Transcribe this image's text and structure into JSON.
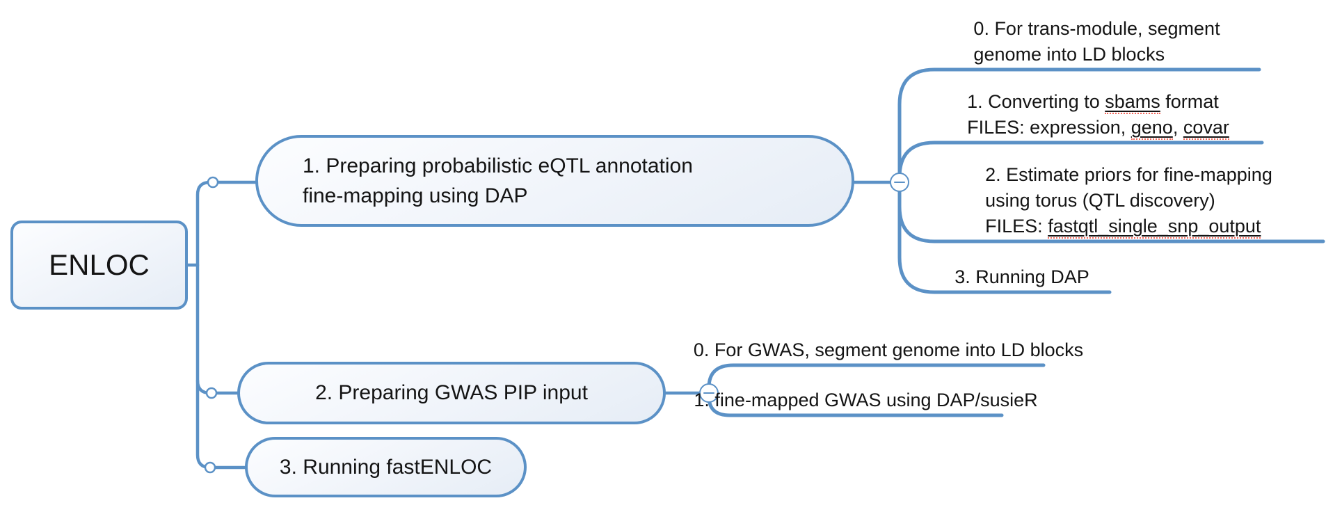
{
  "colors": {
    "line": "#5b91c6",
    "miss": "#f4685c",
    "text": "#141414"
  },
  "root": {
    "label": "ENLOC"
  },
  "branches": [
    {
      "label_lines": [
        "1. Preparing probabilistic eQTL annotation",
        "fine-mapping using DAP"
      ],
      "collapse_icon": "minus",
      "children": [
        {
          "lines": [
            [
              {
                "t": "0. For trans-module, segment"
              }
            ],
            [
              {
                "t": "genome into LD blocks"
              }
            ]
          ]
        },
        {
          "lines": [
            [
              {
                "t": "1. Converting to "
              },
              {
                "t": "sbams",
                "m": true
              },
              {
                "t": " format"
              }
            ],
            [
              {
                "t": "FILES: expression, "
              },
              {
                "t": "geno",
                "m": true
              },
              {
                "t": ", "
              },
              {
                "t": "covar",
                "m": true
              }
            ]
          ]
        },
        {
          "lines": [
            [
              {
                "t": "2. Estimate priors for fine-mapping"
              }
            ],
            [
              {
                "t": "using torus (QTL discovery)"
              }
            ],
            [
              {
                "t": "FILES: "
              },
              {
                "t": "fastqtl_single_snp_output",
                "m": true
              }
            ]
          ]
        },
        {
          "lines": [
            [
              {
                "t": "3. Running DAP"
              }
            ]
          ]
        }
      ]
    },
    {
      "label_lines": [
        "2. Preparing GWAS PIP input"
      ],
      "collapse_icon": "minus",
      "children": [
        {
          "lines": [
            [
              {
                "t": "0. For GWAS, segment genome into LD blocks"
              }
            ]
          ]
        },
        {
          "lines": [
            [
              {
                "t": "1. fine-mapped GWAS using DAP/susieR"
              }
            ]
          ]
        }
      ]
    },
    {
      "label_lines": [
        "3. Running fastENLOC"
      ],
      "children": []
    }
  ]
}
